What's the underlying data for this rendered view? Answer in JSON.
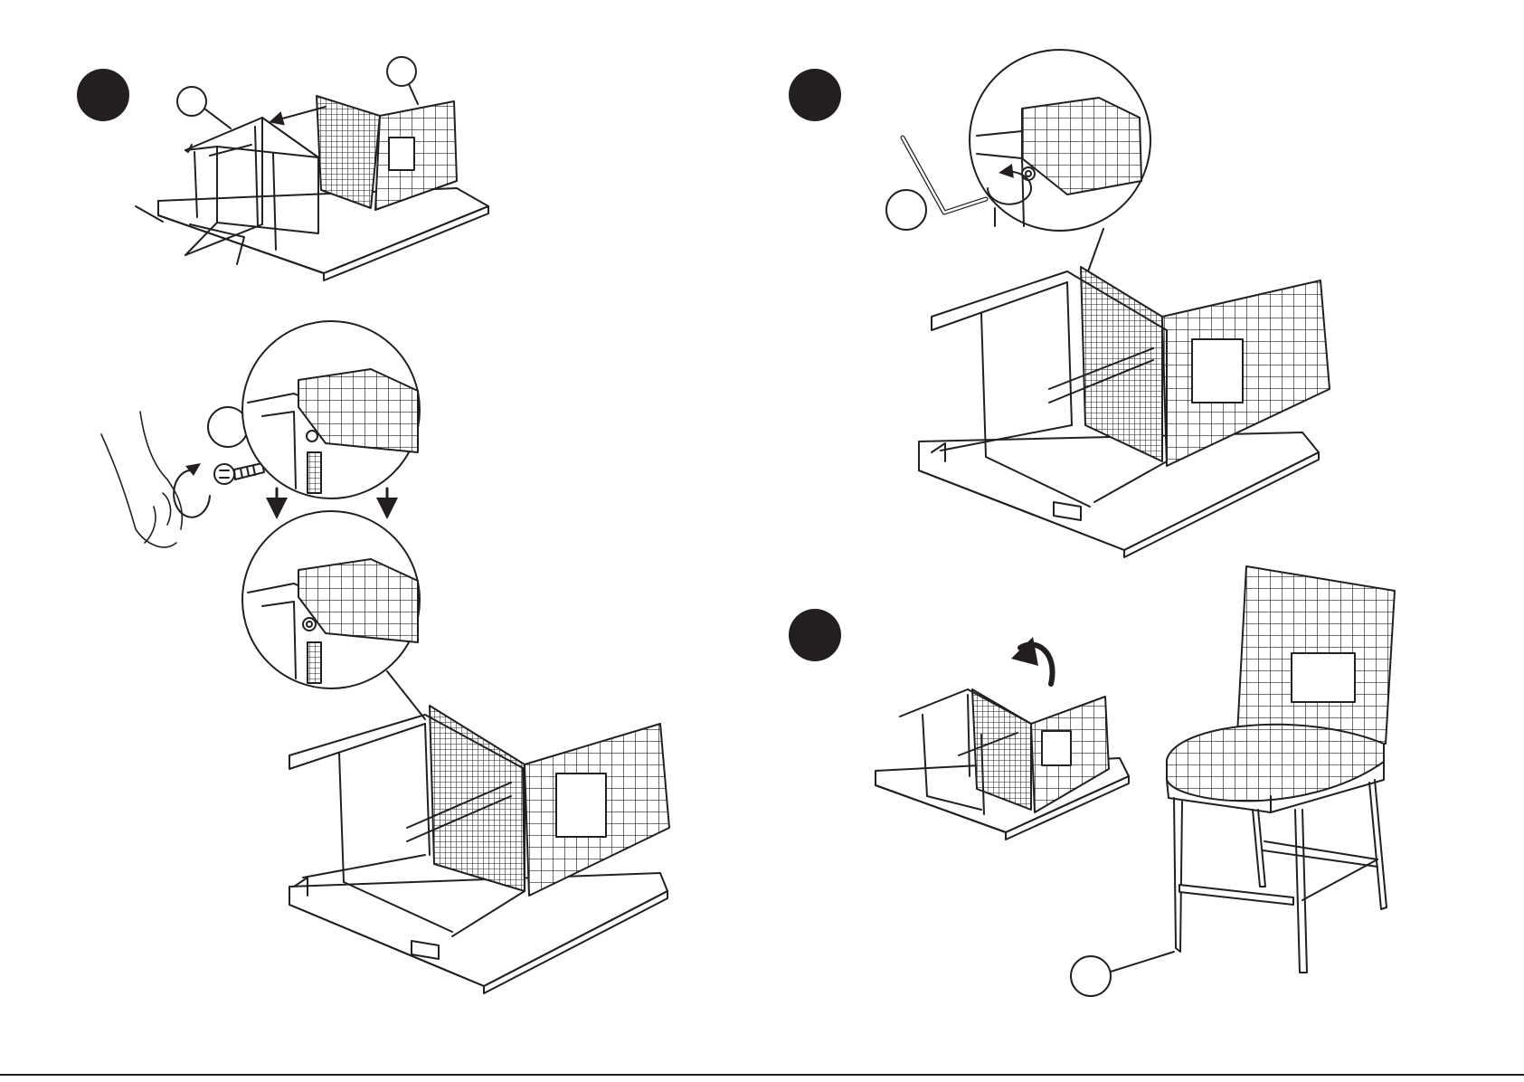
{
  "page": {
    "title": "",
    "background": "#ffffff",
    "ink": "#231f20"
  },
  "steps": [
    {
      "marker": "",
      "label": "",
      "parts": [
        {
          "callout": ""
        },
        {
          "callout": ""
        }
      ]
    },
    {
      "marker": "",
      "label": "",
      "parts": [
        {
          "callout": ""
        }
      ],
      "rotation": "clockwise",
      "detail_views": 2
    },
    {
      "marker": "",
      "label": "",
      "parts": [
        {
          "callout": ""
        }
      ],
      "tool": "hex-key"
    },
    {
      "marker": "",
      "label": "",
      "parts": [
        {
          "callout": ""
        }
      ],
      "action": "flip-upright"
    }
  ]
}
